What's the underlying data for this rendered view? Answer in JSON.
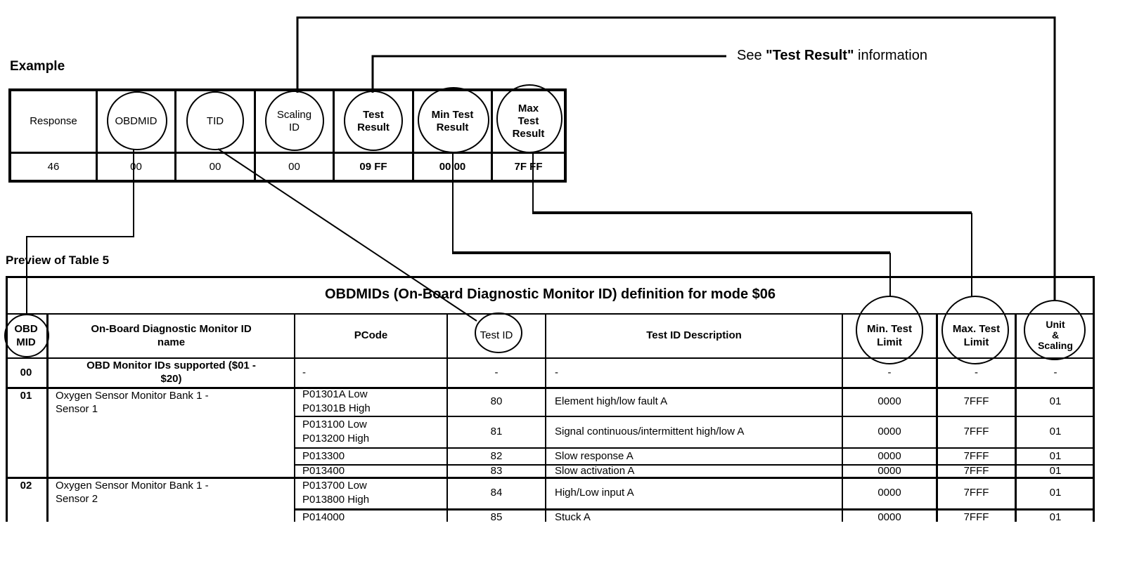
{
  "colors": {
    "ink": "#000000",
    "paper": "#ffffff"
  },
  "headings": {
    "example": "Example",
    "preview": "Preview of Table 5"
  },
  "see_note": {
    "prefix": "See ",
    "bold": "\"Test Result\"",
    "suffix": " information"
  },
  "example_table": {
    "headers": [
      {
        "lines": [
          "Response"
        ]
      },
      {
        "lines": [
          "OBDMID"
        ]
      },
      {
        "lines": [
          "TID"
        ]
      },
      {
        "lines": [
          "Scaling",
          "ID"
        ]
      },
      {
        "lines": [
          "Test",
          "Result"
        ]
      },
      {
        "lines": [
          "Min Test",
          "Result"
        ]
      },
      {
        "lines": [
          "Max",
          "Test",
          "Result"
        ]
      }
    ],
    "values": [
      "46",
      "00",
      "00",
      "00",
      "09 FF",
      "00 00",
      "7F FF"
    ]
  },
  "table5": {
    "title": "OBDMIDs (On-Board Diagnostic Monitor ID) definition for mode $06",
    "headers": [
      {
        "lines": [
          "OBD",
          "MID"
        ]
      },
      {
        "lines": [
          "On-Board Diagnostic Monitor ID",
          "name"
        ]
      },
      {
        "lines": [
          "PCode"
        ]
      },
      {
        "lines": [
          "Test ID"
        ]
      },
      {
        "lines": [
          "Test ID Description"
        ]
      },
      {
        "lines": [
          "Min. Test",
          "Limit"
        ]
      },
      {
        "lines": [
          "Max. Test",
          "Limit"
        ]
      },
      {
        "lines": [
          "Unit",
          "&",
          "Scaling"
        ]
      }
    ],
    "row00": {
      "mid": "00",
      "name_lines": [
        "OBD Monitor IDs supported ($01 -",
        "$20)"
      ],
      "pcode": "-",
      "tid": "-",
      "desc": "-",
      "min": "-",
      "max": "-",
      "unit": "-"
    },
    "row01": {
      "mid": "01",
      "name_lines": [
        "Oxygen Sensor Monitor Bank 1 -",
        "Sensor 1"
      ],
      "subrows": [
        {
          "pcode_lines": [
            "P01301A Low",
            "P01301B High"
          ],
          "tid": "80",
          "desc": "Element high/low fault A",
          "min": "0000",
          "max": "7FFF",
          "unit": "01"
        },
        {
          "pcode_lines": [
            "P013100 Low",
            "P013200 High"
          ],
          "tid": "81",
          "desc": "Signal continuous/intermittent high/low A",
          "min": "0000",
          "max": "7FFF",
          "unit": "01"
        },
        {
          "pcode_lines": [
            "P013300"
          ],
          "tid": "82",
          "desc": "Slow response A",
          "min": "0000",
          "max": "7FFF",
          "unit": "01"
        },
        {
          "pcode_lines": [
            "P013400"
          ],
          "tid": "83",
          "desc": "Slow activation A",
          "min": "0000",
          "max": "7FFF",
          "unit": "01"
        }
      ]
    },
    "row02": {
      "mid": "02",
      "name_lines": [
        "Oxygen Sensor Monitor Bank 1 -",
        "Sensor 2"
      ],
      "subrows": [
        {
          "pcode_lines": [
            "P013700 Low",
            "P013800 High"
          ],
          "tid": "84",
          "desc": "High/Low input A",
          "min": "0000",
          "max": "7FFF",
          "unit": "01"
        },
        {
          "pcode_lines": [
            "P014000"
          ],
          "tid": "85",
          "desc": "Stuck A",
          "min": "0000",
          "max": "7FFF",
          "unit": "01"
        }
      ]
    }
  }
}
